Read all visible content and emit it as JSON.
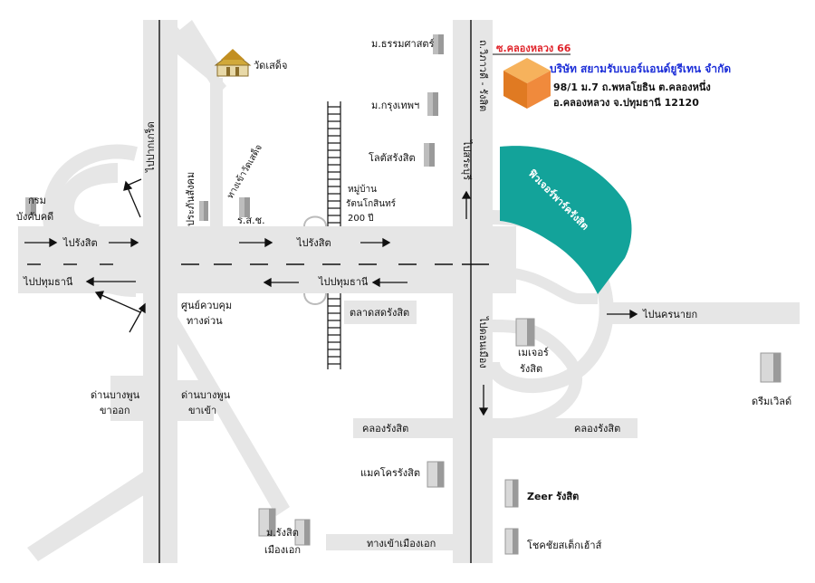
{
  "company": {
    "soi": "ซ.คลองหลวง 66",
    "name": "บริษัท สยามรับเบอร์แอนด์ยูรีเทน จำกัด",
    "address1": "98/1 ม.7 ถ.พหลโยธิน ต.คลองหนึ่ง",
    "address2": "อ.คลองหลวง จ.ปทุมธานี 12120",
    "soi_color": "#e0242b",
    "name_color": "#1d2fd8",
    "box_color": "#f08a3c"
  },
  "colors": {
    "road": "#e6e6e6",
    "river": "#13a39a",
    "lane_line": "#111111"
  },
  "roads": {
    "to_rangsit_left": "ไปรังสิต",
    "to_pathum_left": "ไปปทุมธานี",
    "to_rangsit_mid": "ไปรังสิต",
    "to_pathum_mid": "ไปปทุมธานี",
    "to_pakkret": "ไปปากเกร็ด",
    "to_prachasangkhom": "ประภันสังคม",
    "to_wat_sadet": "ทางเข้าวัดเสด็จ",
    "vibhavadi": "ถ.วิภาวดี - รังสิต",
    "to_saraburi": "ไปสระบุรี",
    "to_donmueang": "ไปดอนเมือง",
    "to_nakhon_nayok": "ไปนครนายก",
    "khlong_rangsit_1": "คลองรังสิต",
    "khlong_rangsit_2": "คลองรังสิต",
    "muang_ek_entrance": "ทางเข้าเมืองเอก"
  },
  "places": {
    "wat_sadet": "วัดเสด็จ",
    "thammasat": "ม.ธรรมศาสตร์",
    "krungthep": "ม.กรุงเทพฯ",
    "lotus": "โลตัสรังสิต",
    "moo_ban_1": "หมู่บ้าน",
    "moo_ban_2": "รัตนโกสินทร์",
    "moo_ban_3": "200 ปี",
    "future_park": "ฟิวเจอร์พาร์ครังสิต",
    "krom_1": "กรม",
    "krom_2": "บังคับคดี",
    "rosor": "ร.ส.ช.",
    "traffic_1": "ศูนย์ควบคุม",
    "traffic_2": "ทางด่วน",
    "talad": "ตลาดสดรังสิต",
    "major_1": "เมเจอร์",
    "major_2": "รังสิต",
    "dreamworld": "ดรีมเวิลด์",
    "toll_out_1": "ด่านบางพูน",
    "toll_out_2": "ขาออก",
    "toll_in_1": "ด่านบางพูน",
    "toll_in_2": "ขาเข้า",
    "makro": "แมคโครรังสิต",
    "zeer": "Zeer รังสิต",
    "chokchai": "โชคชัยสเต็กเฮ้าส์",
    "rangsit_u_1": "ม.รังสิต",
    "rangsit_u_2": "เมืองเอก"
  }
}
